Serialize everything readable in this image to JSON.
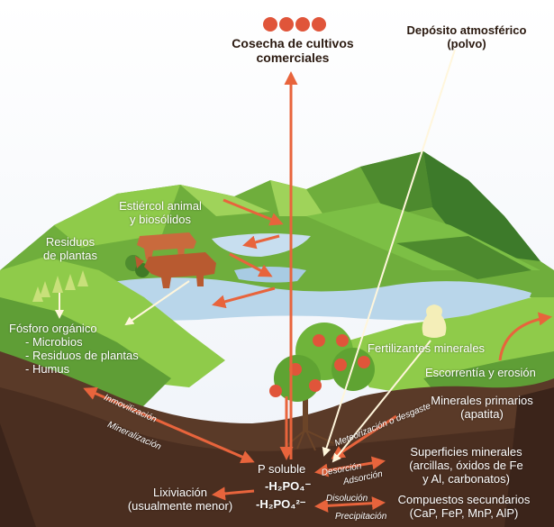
{
  "labels": {
    "harvest": [
      "Cosecha de cultivos",
      "comerciales"
    ],
    "deposit": [
      "Depósito atmosférico",
      "(polvo)"
    ],
    "manure": [
      "Estiércol animal",
      "y biosólidos"
    ],
    "residues": [
      "Residuos",
      "de plantas"
    ],
    "organic": [
      "Fósforo orgánico",
      "- Microbios",
      "- Residuos de plantas",
      "- Humus"
    ],
    "fertilizer": "Fertilizantes minerales",
    "runoff": "Escorrentía y erosión",
    "primary": [
      "Minerales primarios",
      "(apatita)"
    ],
    "surfaces": [
      "Superficies minerales",
      "(arcillas, óxidos de Fe",
      "y Al, carbonatos)"
    ],
    "secondary": [
      "Compuestos secundarios",
      "(CaP, FeP, MnP, AlP)"
    ],
    "leaching": [
      "Lixiviación",
      "(usualmente menor)"
    ],
    "soluble": "P soluble",
    "h2po4": "-H₂PO₄⁻",
    "hpo4": "-H₂PO₄²⁻",
    "immobilization": "Inmovilización",
    "mineralization": "Mineralización",
    "weathering": "Meteorización o desgaste",
    "desorption": "Desorción",
    "adsorption": "Adsorción",
    "dissolution": "Disolución",
    "precipitation": "Precipitación"
  },
  "colors": {
    "arrow": "#e8643c",
    "mountain_light": "#8fcb4a",
    "mountain_dark": "#3d7a2a",
    "water": "#b9d6ea",
    "soil": "#5a3a28",
    "sky": "#ffffff"
  }
}
